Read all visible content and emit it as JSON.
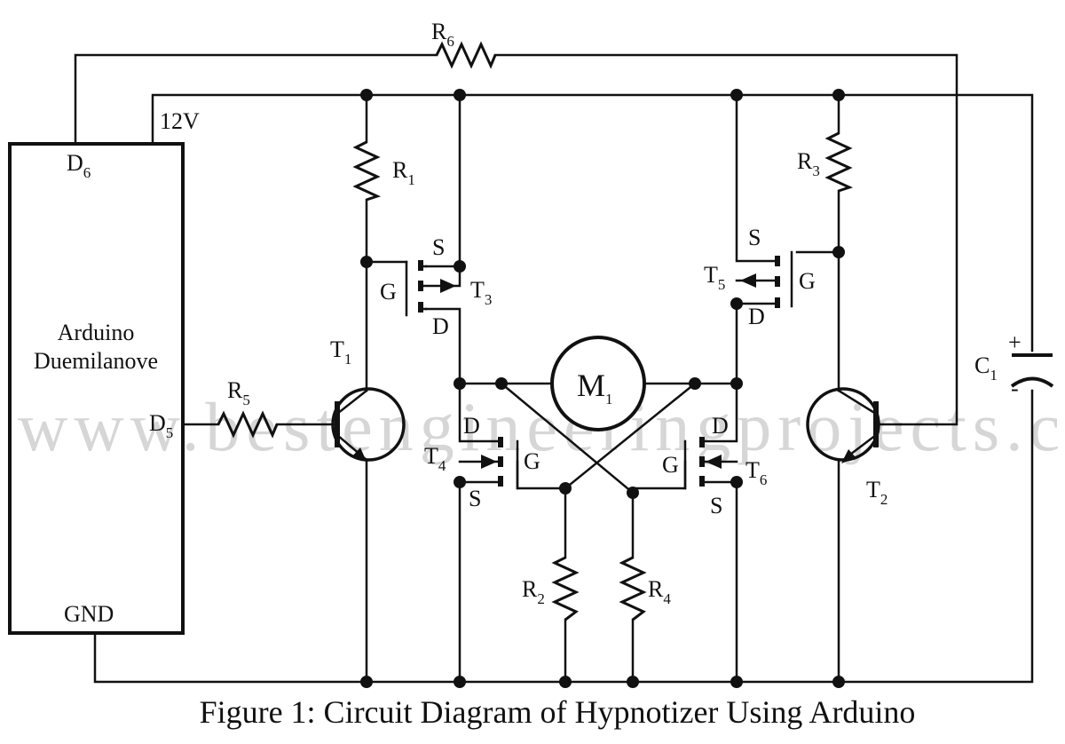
{
  "watermark": "www.bestengineeringprojects.com",
  "caption": "Figure 1: Circuit Diagram of Hypnotizer Using Arduino",
  "board": {
    "name_line1": "Arduino",
    "name_line2": "Duemilanove",
    "pin_d6": "D",
    "pin_d6_sub": "6",
    "pin_d5": "D",
    "pin_d5_sub": "5",
    "pin_gnd": "GND",
    "supply": "12V"
  },
  "components": {
    "r1": {
      "letter": "R",
      "sub": "1"
    },
    "r2": {
      "letter": "R",
      "sub": "2"
    },
    "r3": {
      "letter": "R",
      "sub": "3"
    },
    "r4": {
      "letter": "R",
      "sub": "4"
    },
    "r5": {
      "letter": "R",
      "sub": "5"
    },
    "r6": {
      "letter": "R",
      "sub": "6"
    },
    "t1": {
      "letter": "T",
      "sub": "1"
    },
    "t2": {
      "letter": "T",
      "sub": "2"
    },
    "t3": {
      "letter": "T",
      "sub": "3"
    },
    "t4": {
      "letter": "T",
      "sub": "4"
    },
    "t5": {
      "letter": "T",
      "sub": "5"
    },
    "t6": {
      "letter": "T",
      "sub": "6"
    },
    "m1": {
      "letter": "M",
      "sub": "1"
    },
    "c1": {
      "letter": "C",
      "sub": "1",
      "plus": "+",
      "minus": "-"
    }
  },
  "pins": {
    "s": "S",
    "d": "D",
    "g": "G"
  }
}
